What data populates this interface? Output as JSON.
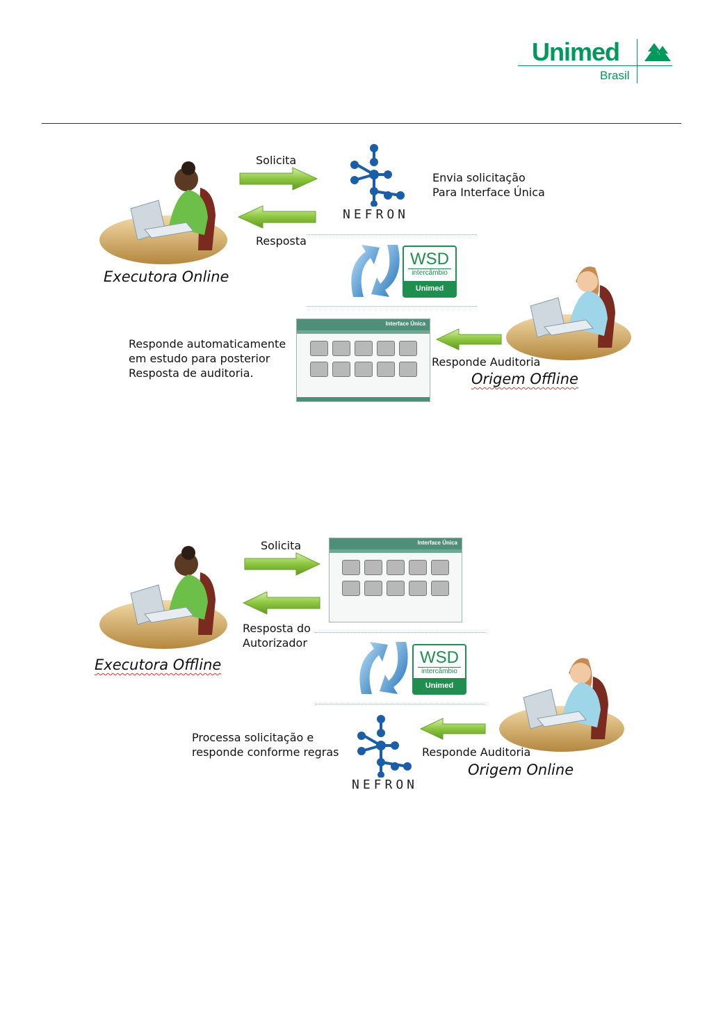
{
  "header": {
    "logo_word": "Unimed",
    "logo_sub": "Brasil",
    "brand_color": "#00995d"
  },
  "diagram1": {
    "solicita": "Solicita",
    "resposta": "Resposta",
    "nefron": "NEFRON",
    "envia": "Envia solicitação\nPara Interface Única",
    "executora": "Executora Online",
    "wsd_title": "WSD",
    "wsd_sub": "intercâmbio",
    "wsd_foot": "Unimed",
    "interface_title": "Interface Única",
    "responde_auto": "Responde automaticamente\nem estudo para posterior\nResposta de auditoria.",
    "responde_auditoria": "Responde  Auditoria",
    "origem": "Origem Offline"
  },
  "diagram2": {
    "solicita": "Solicita",
    "interface_title": "Interface Única",
    "resposta": "Resposta do\nAutorizador",
    "executora": "Executora Offline",
    "wsd_title": "WSD",
    "wsd_sub": "intercâmbio",
    "wsd_foot": "Unimed",
    "processa": "Processa solicitação e\nresponde conforme regras",
    "responde_auditoria": "Responde  Auditoria",
    "origem": "Origem Online",
    "nefron": "NEFRON"
  },
  "colors": {
    "arrow_green": "#8cc63f",
    "arrow_blue": "#1f6fb5"
  }
}
